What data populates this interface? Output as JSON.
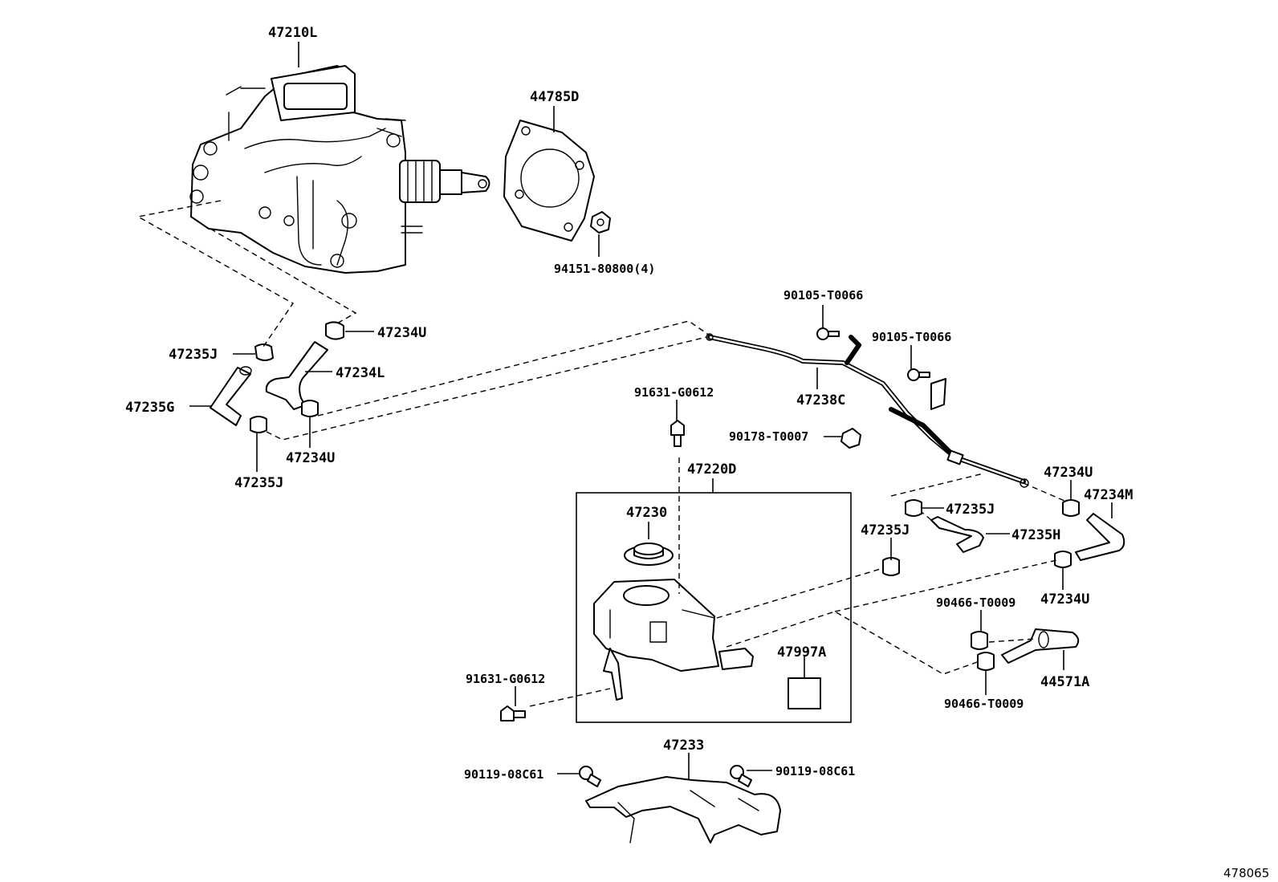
{
  "labels": {
    "p47210L": "47210L",
    "p44785D": "44785D",
    "p94151": "94151-80800(4)",
    "p47234U_a": "47234U",
    "p47235J_a": "47235J",
    "p47234L": "47234L",
    "p47235G": "47235G",
    "p47234U_b": "47234U",
    "p47235J_b": "47235J",
    "p90105_a": "90105-T0066",
    "p90105_b": "90105-T0066",
    "p47238C": "47238C",
    "p91631_a": "91631-G0612",
    "p90178": "90178-T0007",
    "p47220D": "47220D",
    "p47230": "47230",
    "p47234U_c": "47234U",
    "p47234M": "47234M",
    "p47235J_c": "47235J",
    "p47235J_d": "47235J",
    "p47235H": "47235H",
    "p47234U_d": "47234U",
    "p90466_a": "90466-T0009",
    "p47997A": "47997A",
    "p91631_b": "91631-G0612",
    "p44571A": "44571A",
    "p90466_b": "90466-T0009",
    "p47233": "47233",
    "p90119_a": "90119-08C61",
    "p90119_b": "90119-08C61"
  },
  "figure_number": "478065"
}
